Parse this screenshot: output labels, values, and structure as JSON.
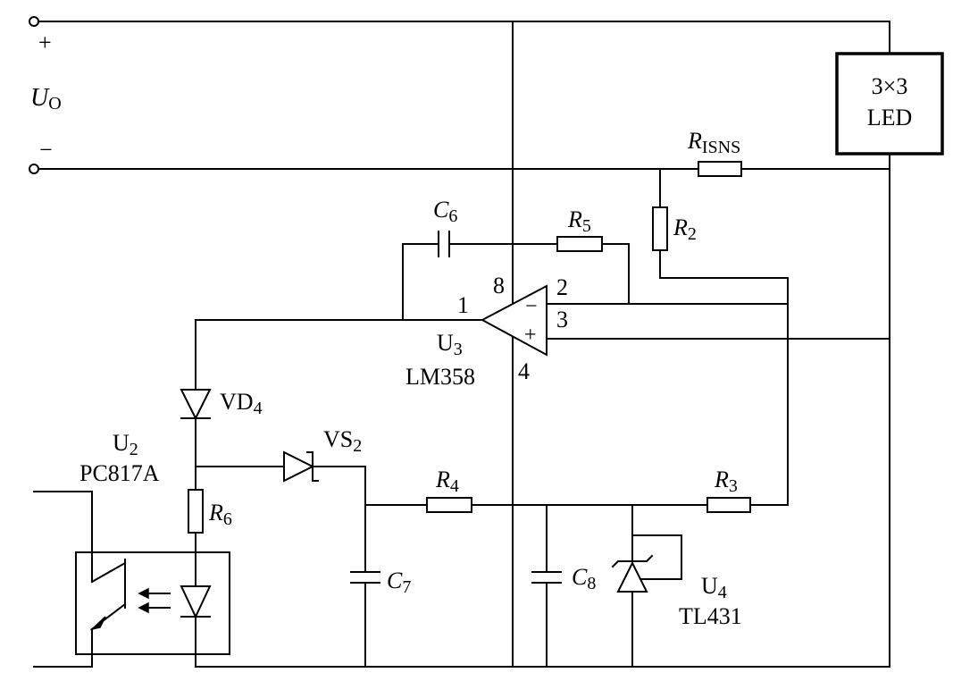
{
  "terminals": {
    "plus": "+",
    "minus": "−",
    "uo_letter": "U",
    "uo_sub": "O"
  },
  "led": {
    "line1": "3×3",
    "line2": "LED"
  },
  "risns": {
    "letter": "R",
    "sub": "ISNS"
  },
  "r2": {
    "letter": "R",
    "sub": "2"
  },
  "r3": {
    "letter": "R",
    "sub": "3"
  },
  "r4": {
    "letter": "R",
    "sub": "4"
  },
  "r5": {
    "letter": "R",
    "sub": "5"
  },
  "r6": {
    "letter": "R",
    "sub": "6"
  },
  "c6": {
    "letter": "C",
    "sub": "6"
  },
  "c7": {
    "letter": "C",
    "sub": "7"
  },
  "c8": {
    "letter": "C",
    "sub": "8"
  },
  "u3": {
    "ref": "U",
    "sub": "3",
    "part": "LM358",
    "pin1": "1",
    "pin2": "2",
    "pin3": "3",
    "pin4": "4",
    "pin8": "8",
    "minus_sign": "−",
    "plus_sign": "+"
  },
  "vd4": {
    "letter": "VD",
    "sub": "4"
  },
  "vs2": {
    "letter": "VS",
    "sub": "2"
  },
  "u2": {
    "ref": "U",
    "sub": "2",
    "part": "PC817A"
  },
  "u4": {
    "ref": "U",
    "sub": "4",
    "part": "TL431"
  }
}
